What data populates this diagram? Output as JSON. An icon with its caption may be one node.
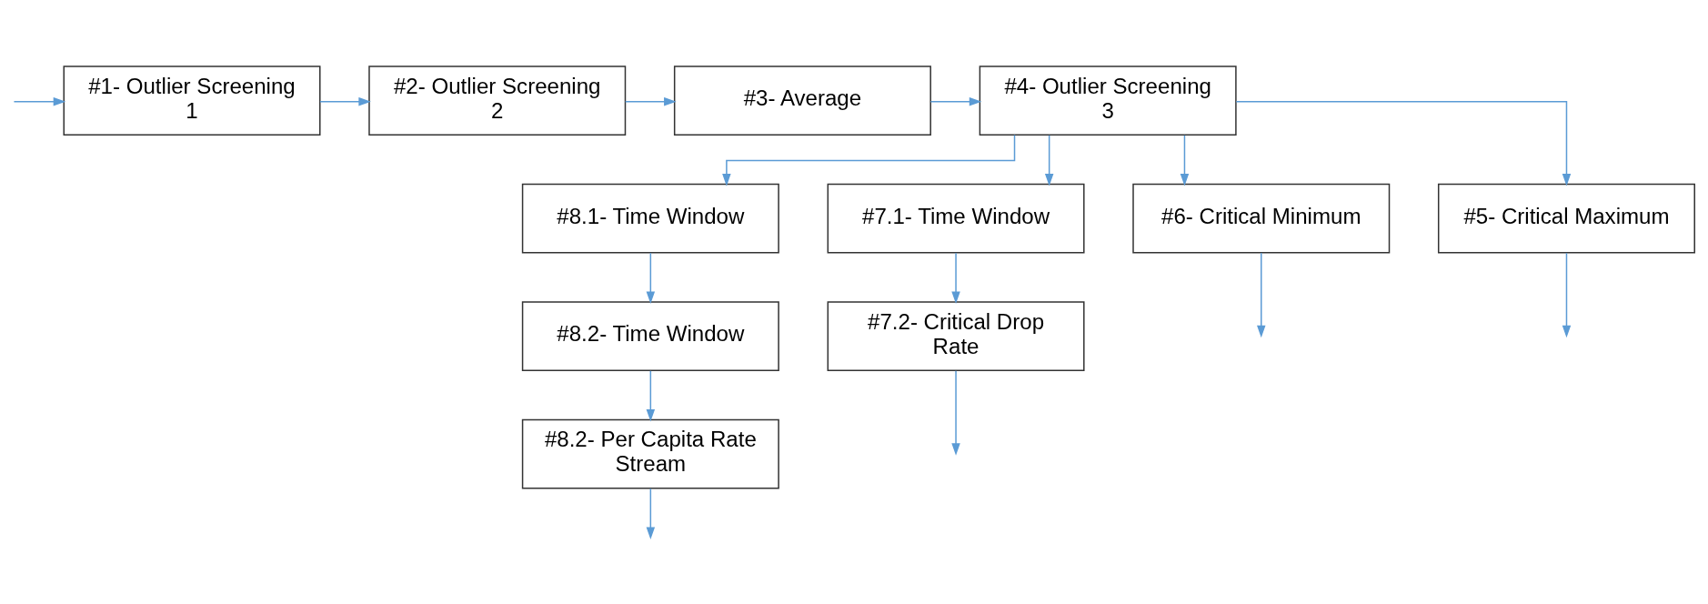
{
  "diagram": {
    "nodes": [
      {
        "text": [
          "#1- Outlier Screening 1"
        ]
      },
      {
        "text": [
          "#2- Outlier Screening 2"
        ]
      },
      {
        "text": [
          "#3- Average"
        ]
      },
      {
        "text": [
          "#4- Outlier Screening 3"
        ]
      },
      {
        "text": [
          "#8.1- Time Window"
        ]
      },
      {
        "text": [
          "#7.1- Time Window"
        ]
      },
      {
        "text": [
          "#6- Critical Minimum"
        ]
      },
      {
        "text": [
          "#5- Critical Maximum"
        ]
      },
      {
        "text": [
          "#8.2- Time Window"
        ]
      },
      {
        "text": [
          "#7.2- Critical Drop Rate"
        ]
      },
      {
        "text": [
          "#8.2- Per Capita Rate Stream"
        ]
      }
    ],
    "edges": [
      {
        "from": null,
        "to": 0,
        "arrow": "to"
      },
      {
        "from": 0,
        "to": 1,
        "arrow": "to"
      },
      {
        "from": 1,
        "to": 2,
        "arrow": "to"
      },
      {
        "from": 2,
        "to": 3,
        "arrow": "to"
      },
      {
        "from": 3,
        "to": 4,
        "arrow": "to"
      },
      {
        "from": 3,
        "to": 5,
        "arrow": "to"
      },
      {
        "from": 3,
        "to": 6,
        "arrow": "to"
      },
      {
        "from": 3,
        "to": 7,
        "arrow": "to"
      },
      {
        "from": 4,
        "to": 8,
        "arrow": "to"
      },
      {
        "from": 8,
        "to": 10,
        "arrow": "to"
      },
      {
        "from": 5,
        "to": 9,
        "arrow": "to"
      },
      {
        "from": 10,
        "to": null,
        "arrow": "to"
      },
      {
        "from": 9,
        "to": null,
        "arrow": "to"
      },
      {
        "from": 6,
        "to": null,
        "arrow": "to"
      },
      {
        "from": 7,
        "to": null,
        "arrow": "to"
      }
    ]
  }
}
